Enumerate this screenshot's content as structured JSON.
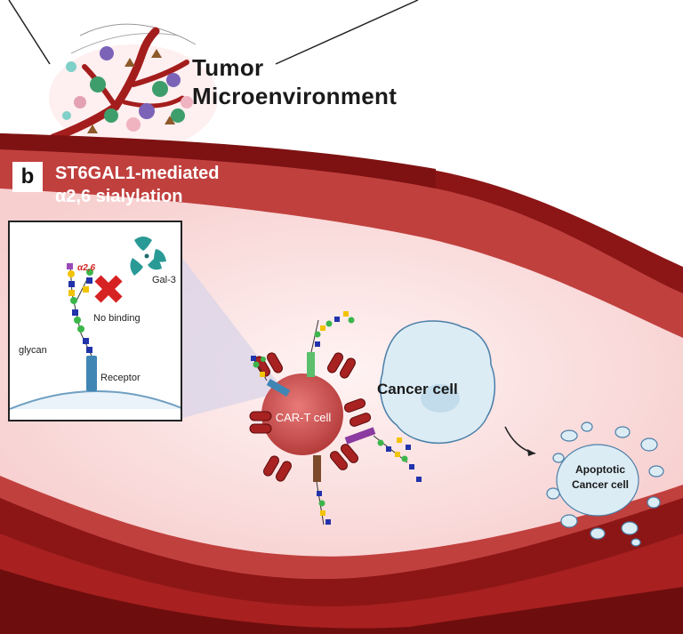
{
  "tumor": {
    "line1": "Tumor",
    "line2": "Microenvironment"
  },
  "panel": {
    "letter": "b",
    "title_line1": "ST6GAL1-mediated",
    "title_line2": "α2,6 sialylation"
  },
  "inset": {
    "linkage_label": "α2,6",
    "lectin_label": "Gal-3",
    "blocked_label": "No binding",
    "glycan_label": "glycan",
    "receptor_label": "Receptor"
  },
  "cells": {
    "cart_label": "CAR-T cell",
    "cancer_label": "Cancer cell",
    "apoptotic_line1": "Apoptotic",
    "apoptotic_line2": "Cancer cell"
  },
  "colors": {
    "vessel_dark": "#8c1616",
    "vessel_mid": "#b22a2a",
    "lumen": "#fbe3e3",
    "cart_cell": "#c9504f",
    "car_receptor": "#a82222",
    "cancer_fill": "#dcecf5",
    "cancer_outline": "#4a7fa8",
    "gal3": "#2a9a96",
    "blocked_cross": "#d62222",
    "receptor": "#3f86b5"
  }
}
